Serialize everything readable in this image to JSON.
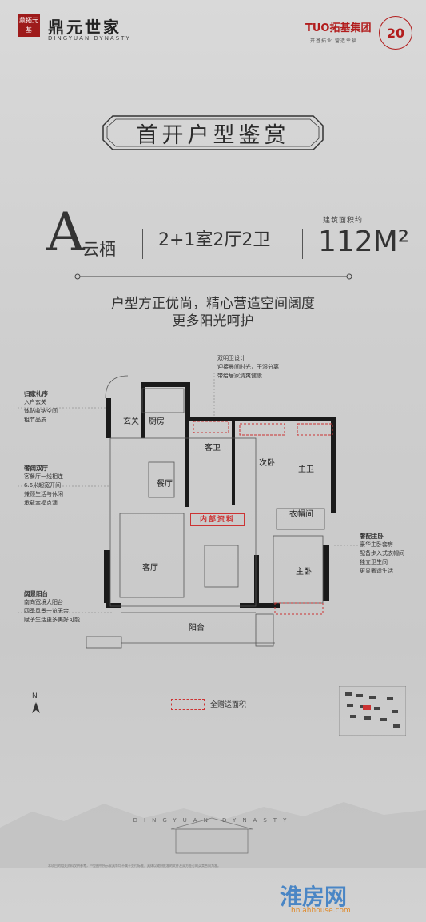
{
  "header": {
    "seal_text": "鼎拓元基",
    "brand_cn": "鼎元世家",
    "brand_en": "DINGYUAN DYNASTY",
    "developer": "TUO拓基集团",
    "developer_motto": "开基拓业 营造幸福",
    "anniversary": "20"
  },
  "title": "首开户型鉴赏",
  "unit": {
    "letter": "A",
    "name": "云栖",
    "layout": "2+1室2厅2卫",
    "area_label": "建筑面积约",
    "area": "112M²"
  },
  "slogan": [
    "户型方正优尚，精心营造空间阔度",
    "更多阳光呵护"
  ],
  "notes": {
    "bathroom": {
      "lines": [
        "双明卫设计",
        "迎接晨间时光，干湿分离",
        "带给居家清爽健康"
      ]
    },
    "entrance": {
      "title": "归家礼序",
      "lines": [
        "入户玄关",
        "体贴收纳空间",
        "粗节品质"
      ]
    },
    "living": {
      "title": "奢阔双厅",
      "lines": [
        "客餐厅一线相连",
        "6.6米超宽开间",
        "兼顾生活与休闲",
        "承载幸福点滴"
      ]
    },
    "balcony": {
      "title": "阔景阳台",
      "lines": [
        "南向宽境大阳台",
        "四季风景一览无余",
        "赋予生活更多美好可能"
      ]
    },
    "master": {
      "title": "奢配主卧",
      "lines": [
        "豪华主卧套房",
        "配备步入式衣帽间",
        "独立卫生间",
        "更显奢适生活"
      ]
    }
  },
  "rooms": {
    "entry": "玄关",
    "kitchen": "厨房",
    "guest_bath": "客卫",
    "second_bedroom": "次卧",
    "master_bath": "主卫",
    "dining": "餐厅",
    "closet": "衣帽间",
    "living": "客厅",
    "master_bedroom": "主卧",
    "balcony": "阳台"
  },
  "stamp": "内部资料",
  "legend": {
    "gift_area": "全赠送面积"
  },
  "compass": "N",
  "footer": {
    "en": "DINGYUAN DYNASTY",
    "fine_print": "本项目的相关资料仅供参考，户型图中所示家具等均不属于交付标准，具体以政府批准的文件及双方签订的买卖合同为准。",
    "watermark": "淮房网",
    "watermark_url": "hn.ahhouse.com"
  },
  "colors": {
    "accent_red": "#c33333",
    "wall": "#1a1a1a",
    "bg": "#cfcfcf"
  }
}
